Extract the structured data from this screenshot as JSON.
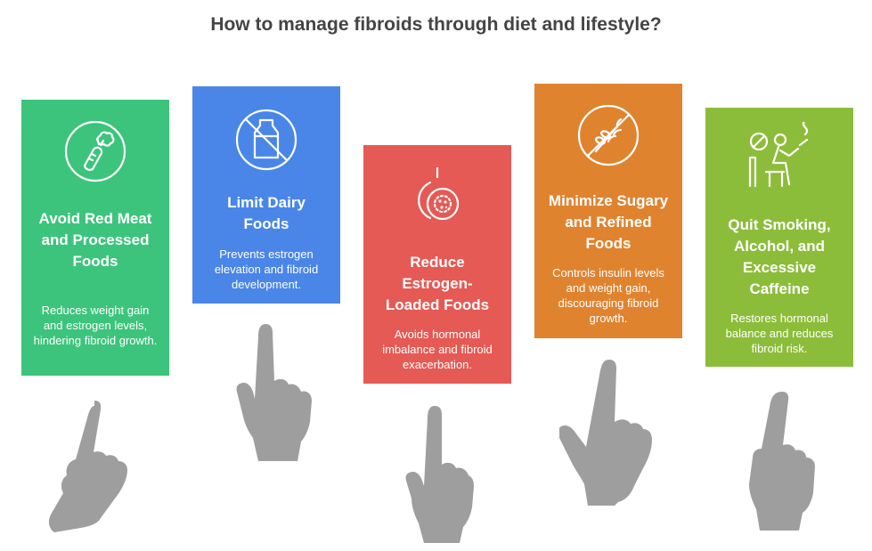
{
  "title": "How to manage fibroids through diet and lifestyle?",
  "cards": [
    {
      "heading": "Avoid Red Meat and Processed Foods",
      "description": "Reduces weight gain and estrogen levels, hindering fibroid growth.",
      "color": "#3cc47c",
      "icon": "vegetables-icon"
    },
    {
      "heading": "Limit Dairy Foods",
      "description": "Prevents estrogen elevation and fibroid development.",
      "color": "#4a86e8",
      "icon": "no-milk-icon"
    },
    {
      "heading": "Reduce Estrogen-Loaded Foods",
      "description": "Avoids hormonal imbalance and fibroid exacerbation.",
      "color": "#e55a54",
      "icon": "fruit-icon"
    },
    {
      "heading": "Minimize Sugary and Refined Foods",
      "description": "Controls insulin levels and weight gain, discouraging fibroid growth.",
      "color": "#e0832f",
      "icon": "no-grain-icon"
    },
    {
      "heading": "Quit Smoking, Alcohol, and Excessive Caffeine",
      "description": "Restores hormonal balance and reduces fibroid risk.",
      "color": "#8cbd3a",
      "icon": "no-smoking-icon"
    }
  ],
  "hand_color": "#9e9e9e"
}
